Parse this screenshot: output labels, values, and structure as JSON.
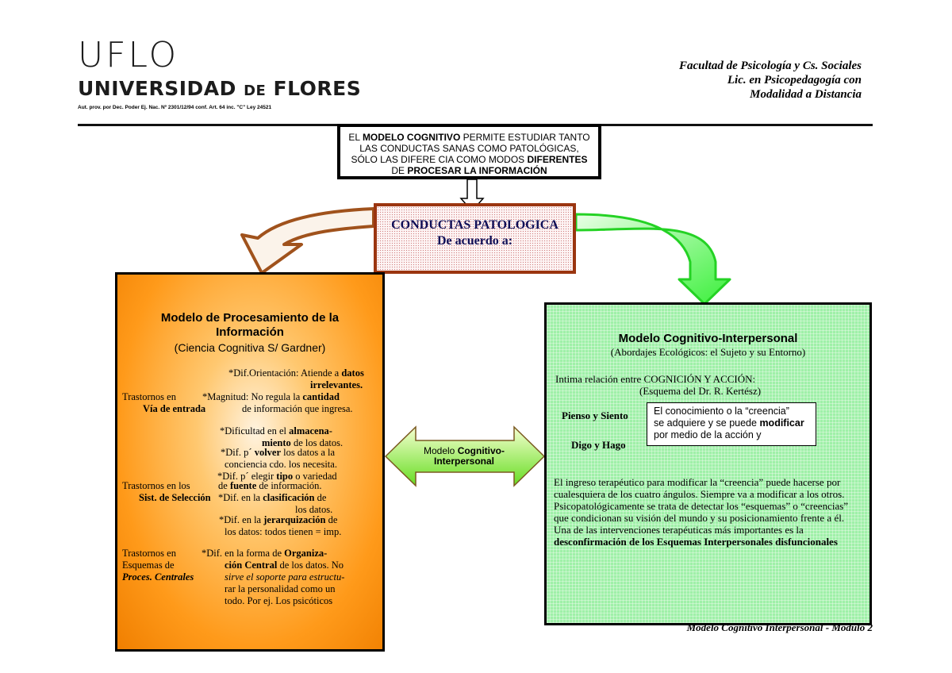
{
  "header": {
    "logo_short": "UFLO",
    "logo_name_1": "UNIVERSIDAD ",
    "logo_name_de": "DE",
    "logo_name_2": " FLORES",
    "logo_sub": "Aut. prov. por Dec. Poder Ej. Nac. Nº 2301/12/94 conf. Art. 64 inc. \"C\" Ley 24521",
    "faculty": [
      "Facultad de Psicología y Cs. Sociales",
      "Lic. en  Psicopedagogía con",
      "Modalidad a Distancia"
    ]
  },
  "top_box": {
    "p1": "EL ",
    "p1b": "MODELO COGNITIVO",
    "p2": " PERMITE ESTUDIAR TANTO LAS CONDUCTAS SANAS COMO PATOLÓGICAS, SÓLO LAS DIFERE CIA COMO MODOS ",
    "p2b": "DIFERENTES",
    "p3": " DE ",
    "p3b": "PROCESAR LA INFORMACIÓN"
  },
  "conductas": {
    "line1": "CONDUCTAS PATOLOGICA",
    "line2": "De acuerdo a:"
  },
  "left": {
    "title_1": "Modelo de Procesamiento de la",
    "title_2": "Información",
    "subtitle": "(Ciencia Cognitiva S/ Gardner)",
    "l1": "*Dif.Orientación: Atiende a ",
    "l1b": "datos",
    "l2b": "irrelevantes.",
    "t1a": "Trastornos en",
    "t1b": "Vía de entrada",
    "l3": "*Magnitud: No regula la ",
    "l3b": "cantidad",
    "l4": "de información  que ingresa.",
    "l5": "*Dificultad  en el ",
    "l5b": "almacena-",
    "l6b": "miento",
    "l6": " de los datos.",
    "l7": "*Dif. p´ ",
    "l7b": "volver",
    "l7c": " los datos a la",
    "l8": "conciencia cdo. los necesita.",
    "l9": "*Dif. p´ elegir ",
    "l9b": "tipo",
    "l9c": " o variedad",
    "t2a": "Trastornos en los",
    "l10": "de ",
    "l10b": "fuente",
    "l10c": " de información.",
    "t2b": "Sist. de Selección",
    "l11": "*Dif. en la ",
    "l11b": "clasificación",
    "l11c": " de",
    "l12": "los datos.",
    "l13": "*Dif. en la ",
    "l13b": "jerarquización",
    "l13c": " de",
    "l14": "los datos: todos tienen = imp.",
    "t3a": "Trastornos en",
    "l15": "*Dif. en la forma de ",
    "l15b": "Organiza-",
    "t3b": "Esquemas de",
    "l16b": "ción Central",
    "l16": " de los datos. No",
    "t3c": "Proces. Centrales",
    "l17": "sirve el soporte para estructu-",
    "l18": "rar la personalidad como un",
    "l19": "todo. Por ej. Los psicóticos"
  },
  "middle": {
    "arrow_label_1": "Modelo ",
    "arrow_label_1b": "Cognitivo-",
    "arrow_label_2": "Interpersonal"
  },
  "right": {
    "title": "Modelo Cognitivo-Interpersonal",
    "subtitle": "(Abordajes Ecológicos: el Sujeto y su Entorno)",
    "intima": "Intima relación entre COGNICIÓN Y ACCIÓN:",
    "esquema": "(Esquema del Dr. R. Kertész)",
    "pienso": "Pienso y Siento",
    "digo": "Digo y Hago",
    "creencia_1": "El conocimiento o la  “creencia”",
    "creencia_2": "se adquiere y se puede ",
    "creencia_2b": "modificar",
    "creencia_3": "por medio de la acción y",
    "para_1": "El ingreso terapéutico para modificar la “creencia” puede hacerse por cualesquiera de los cuatro ángulos. Siempre va a modificar a los otros.",
    "para_2": "Psicopatológicamente se trata de detectar los “esquemas” o “creencias” que condicionan su visión del mundo y su posicionamiento frente a él.",
    "para_3": "Una de las intervenciones terapéuticas más importantes es la ",
    "para_3b": "desconfirmación de los Esquemas Interpersonales disfuncionales"
  },
  "footer": "Modelo Cognitivo Interpersonal  - Módulo 2",
  "colors": {
    "orange": "#ff9a1a",
    "green": "#9ff0a8",
    "brown_border": "#9b3510",
    "navy_text": "#0e0e56"
  }
}
